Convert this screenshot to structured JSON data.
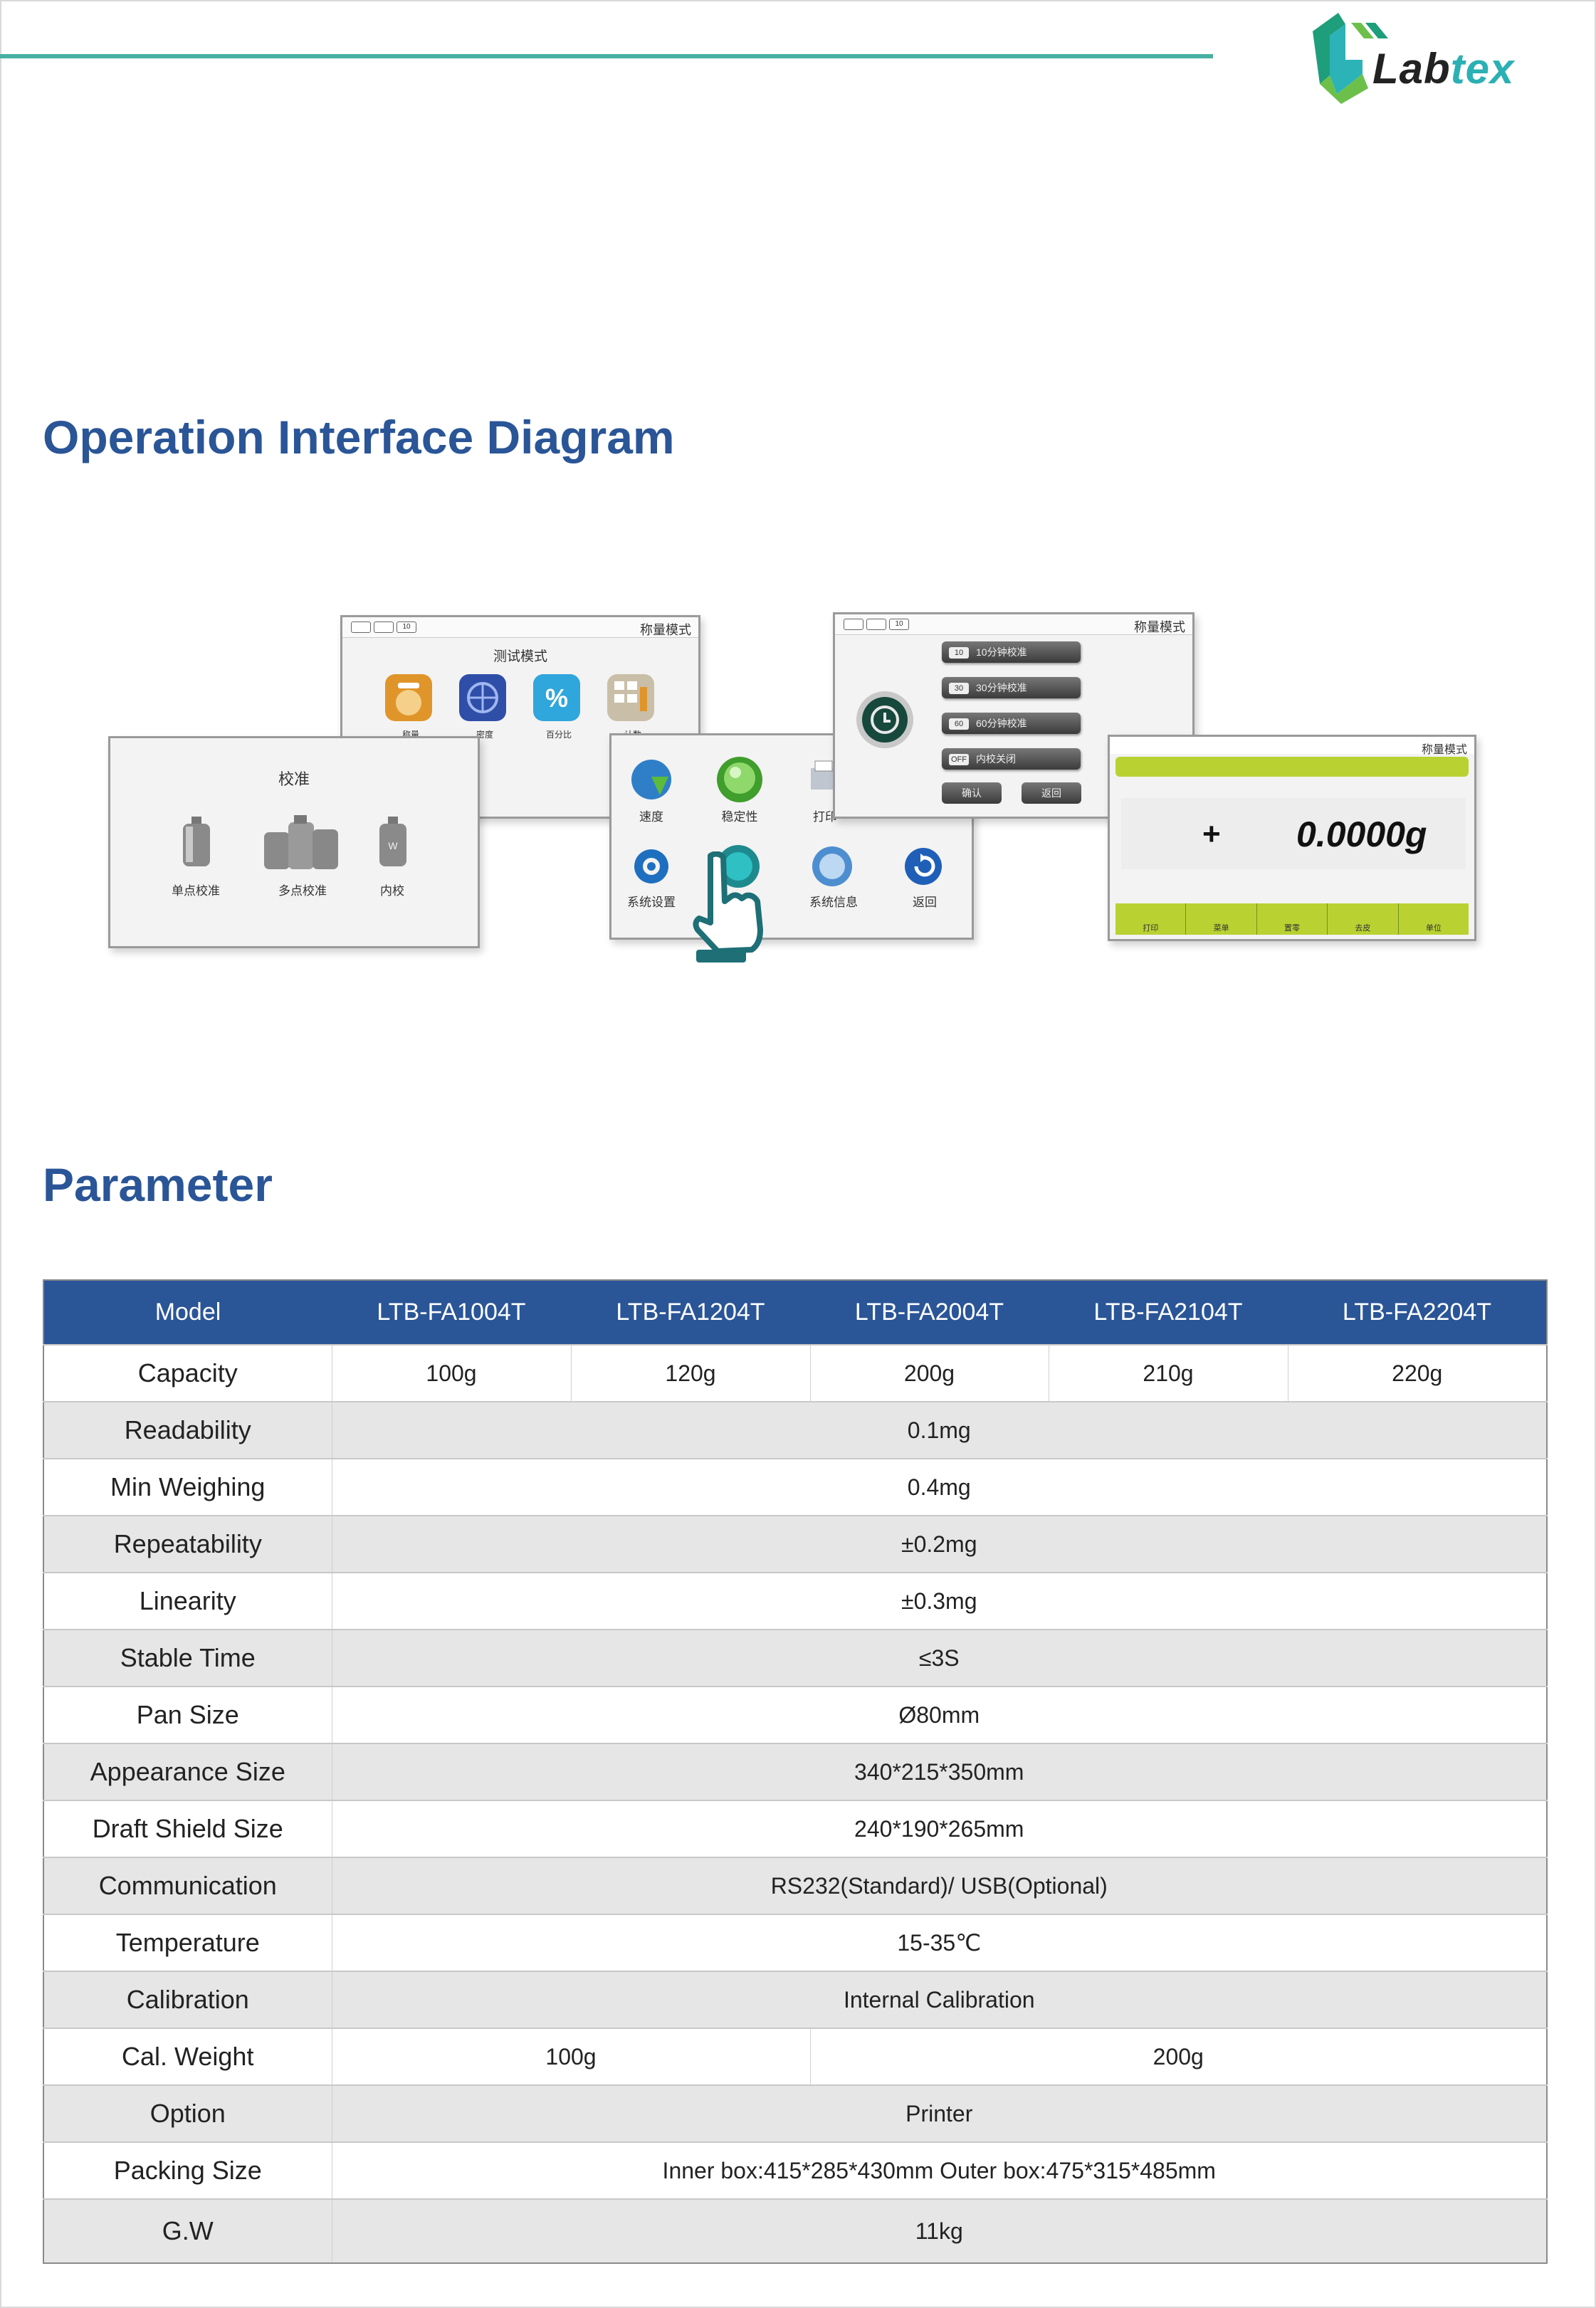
{
  "brand": {
    "logo_text_1": "Lab",
    "logo_text_2": "tex"
  },
  "sections": {
    "interface_title": "Operation Interface Diagram",
    "parameter_title": "Parameter"
  },
  "diagram": {
    "panel_mode_label": "称量模式",
    "bar_buttons": [
      "",
      "",
      "10"
    ],
    "test_mode_panel": {
      "title": "测试模式",
      "items": [
        "称量",
        "密度",
        "百分比",
        "计数"
      ]
    },
    "calibration_panel": {
      "title": "校准",
      "items": [
        "单点校准",
        "多点校准",
        "内校"
      ]
    },
    "menu_panel": {
      "items": [
        "速度",
        "稳定性",
        "打印",
        "系统设置",
        "系统信息",
        "返回"
      ]
    },
    "timer_panel": {
      "options": [
        {
          "tag": "10",
          "label": "10分钟校准"
        },
        {
          "tag": "30",
          "label": "30分钟校准"
        },
        {
          "tag": "60",
          "label": "60分钟校准"
        },
        {
          "tag": "OFF",
          "label": "内校关闭"
        }
      ],
      "confirm": "确认",
      "back": "返回"
    },
    "display_panel": {
      "sign": "+",
      "reading": "0.0000g",
      "footer": [
        "打印",
        "菜单",
        "置零",
        "去皮",
        "单位"
      ]
    }
  },
  "spec_table": {
    "header": [
      "Model",
      "LTB-FA1004T",
      "LTB-FA1204T",
      "LTB-FA2004T",
      "LTB-FA2104T",
      "LTB-FA2204T"
    ],
    "capacity": {
      "label": "Capacity",
      "values": [
        "100g",
        "120g",
        "200g",
        "210g",
        "220g"
      ]
    },
    "rows": [
      {
        "label": "Readability",
        "value": "0.1mg"
      },
      {
        "label": "Min Weighing",
        "value": "0.4mg"
      },
      {
        "label": "Repeatability",
        "value": "±0.2mg"
      },
      {
        "label": "Linearity",
        "value": "±0.3mg"
      },
      {
        "label": "Stable Time",
        "value": "≤3S"
      },
      {
        "label": "Pan Size",
        "value": "Ø80mm"
      },
      {
        "label": "Appearance Size",
        "value": "340*215*350mm"
      },
      {
        "label": "Draft Shield Size",
        "value": "240*190*265mm"
      },
      {
        "label": "Communication",
        "value": "RS232(Standard)/ USB(Optional)"
      },
      {
        "label": "Temperature",
        "value": "15-35℃"
      },
      {
        "label": "Calibration",
        "value": "Internal Calibration"
      }
    ],
    "cal_weight": {
      "label": "Cal. Weight",
      "values": [
        "100g",
        "200g"
      ]
    },
    "rows_after": [
      {
        "label": "Option",
        "value": "Printer"
      },
      {
        "label": "Packing Size",
        "value": "Inner box:415*285*430mm  Outer box:475*315*485mm"
      },
      {
        "label": "G.W",
        "value": "11kg"
      }
    ]
  },
  "colors": {
    "accent_blue": "#2a5597",
    "teal_line": "#47b0a2",
    "lime": "#b9d232"
  }
}
